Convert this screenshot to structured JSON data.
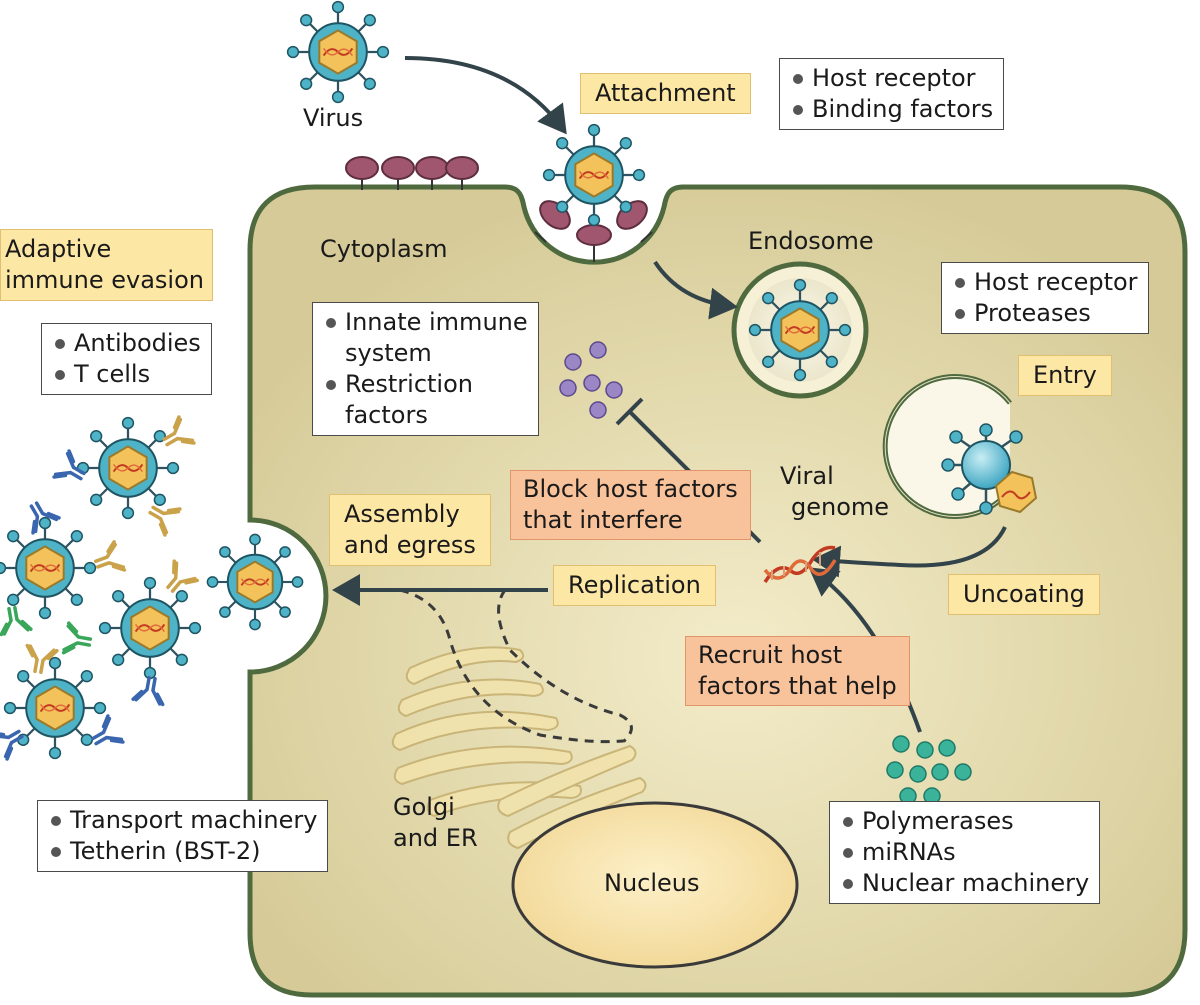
{
  "labels": {
    "virus": "Virus",
    "cytoplasm": "Cytoplasm",
    "endosome": "Endosome",
    "viral_genome": [
      "Viral",
      "genome"
    ],
    "golgi": [
      "Golgi",
      "and ER"
    ],
    "nucleus": "Nucleus"
  },
  "steps": {
    "attachment": "Attachment",
    "entry": "Entry",
    "uncoating": "Uncoating",
    "replication": "Replication",
    "assembly": [
      "Assembly",
      "and egress"
    ],
    "adaptive": [
      "Adaptive",
      "immune evasion"
    ]
  },
  "host_actions": {
    "block": [
      "Block host factors",
      "that interfere"
    ],
    "recruit": [
      "Recruit host",
      "factors that help"
    ]
  },
  "factor_lists": {
    "attachment": [
      "Host receptor",
      "Binding factors"
    ],
    "entry": [
      "Host receptor",
      "Proteases"
    ],
    "innate": [
      "Innate immune\nsystem",
      "Restriction\nfactors"
    ],
    "adaptive": [
      "Antibodies",
      "T cells"
    ],
    "egress": [
      "Transport machinery",
      "Tetherin (BST-2)"
    ],
    "replication": [
      "Polymerases",
      "miRNAs",
      "Nuclear machinery"
    ]
  },
  "colors": {
    "cytoplasm_fill": "#d9cfa0",
    "cell_border": "#4f6a3e",
    "step_box": "#fde7a4",
    "host_action_box": "#f8c29b",
    "capsid": "#f3c25a",
    "envelope": "#4fb3c8",
    "receptor": "#a0566e",
    "restriction_dots": "#9b86c6",
    "helper_dots": "#3bb39b",
    "antibody_blue": "#3a66b0",
    "antibody_gold": "#c9a24a",
    "antibody_green": "#3aa65a"
  }
}
